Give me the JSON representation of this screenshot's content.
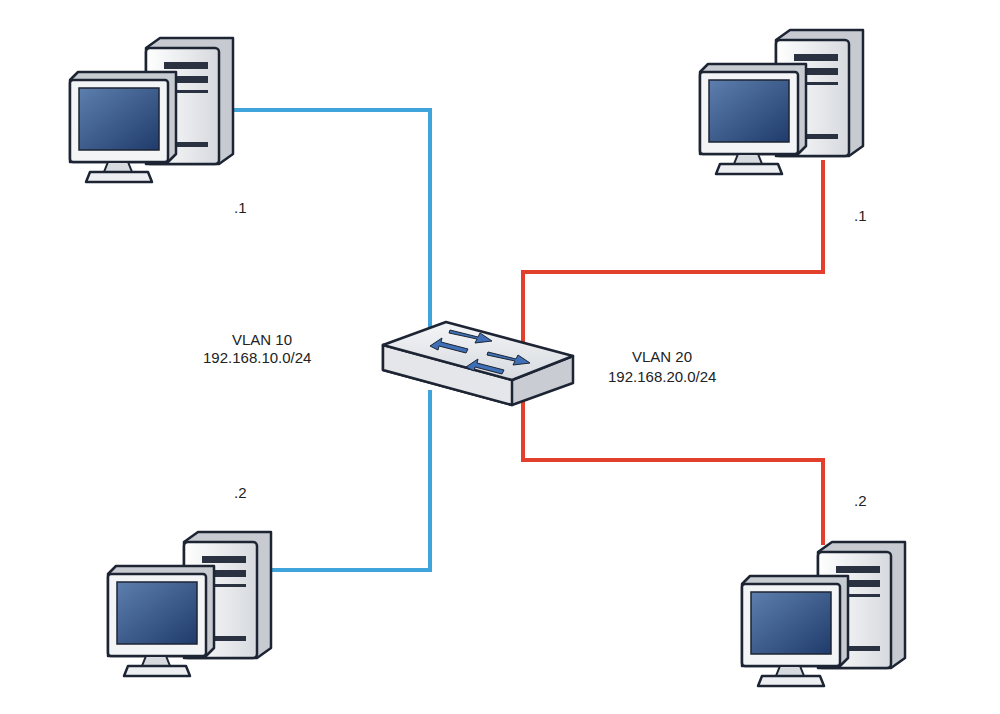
{
  "diagram": {
    "labels": [
      ".1",
      ".2",
      "VLAN 10",
      "192.168.10.0/24",
      ".1",
      ".2",
      "VLAN 20",
      "192.168.20.0/24"
    ]
  }
}
